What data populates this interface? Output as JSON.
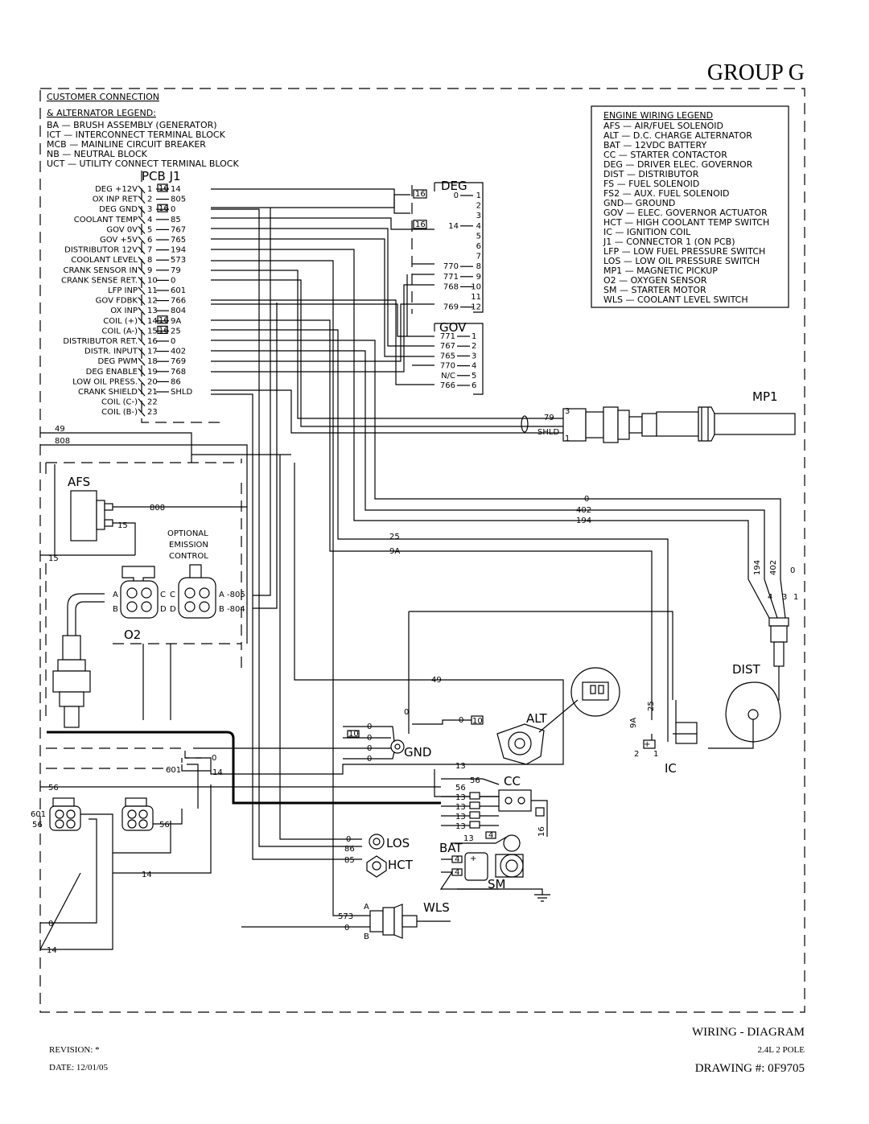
{
  "header": {
    "group": "GROUP G"
  },
  "customer_legend": {
    "title1": "CUSTOMER CONNECTION",
    "title2": "& ALTERNATOR LEGEND:",
    "items": [
      "BA  — BRUSH ASSEMBLY (GENERATOR)",
      "ICT — INTERCONNECT TERMINAL BLOCK",
      "MCB — MAINLINE CIRCUIT BREAKER",
      "NB  — NEUTRAL BLOCK",
      "UCT — UTILITY CONNECT TERMINAL BLOCK"
    ]
  },
  "engine_legend": {
    "title": "ENGINE WIRING LEGEND",
    "items": [
      "AFS — AIR/FUEL SOLENOID",
      "ALT — D.C. CHARGE ALTERNATOR",
      "BAT — 12VDC BATTERY",
      "CC  — STARTER CONTACTOR",
      "DEG — DRIVER ELEC. GOVERNOR",
      "DIST — DISTRIBUTOR",
      "FS  — FUEL SOLENOID",
      "FS2  — AUX. FUEL SOLENOID",
      "GND— GROUND",
      "GOV — ELEC. GOVERNOR ACTUATOR",
      "HCT — HIGH COOLANT TEMP SWITCH",
      "IC   — IGNITION COIL",
      "J1 — CONNECTOR 1 (ON PCB)",
      "LFP — LOW FUEL PRESSURE SWITCH",
      "LOS — LOW OIL PRESSURE SWITCH",
      "MP1 — MAGNETIC PICKUP",
      "O2  — OXYGEN SENSOR",
      "SM  — STARTER MOTOR",
      "WLS — COOLANT LEVEL SWITCH"
    ]
  },
  "pcb": {
    "title": "PCB  J1",
    "pins": [
      {
        "name": "DEG +12V",
        "pin": "1",
        "tag": "16",
        "wire": "14"
      },
      {
        "name": "OX INP RET",
        "pin": "2",
        "tag": "",
        "wire": "805"
      },
      {
        "name": "DEG GND",
        "pin": "3",
        "tag": "16",
        "wire": "0"
      },
      {
        "name": "COOLANT TEMP",
        "pin": "4",
        "tag": "",
        "wire": "85"
      },
      {
        "name": "GOV 0V",
        "pin": "5",
        "tag": "",
        "wire": "767"
      },
      {
        "name": "GOV +5V",
        "pin": "6",
        "tag": "",
        "wire": "765"
      },
      {
        "name": "DISTRIBUTOR 12V",
        "pin": "7",
        "tag": "",
        "wire": "194"
      },
      {
        "name": "COOLANT LEVEL",
        "pin": "8",
        "tag": "",
        "wire": "573"
      },
      {
        "name": "CRANK SENSOR IN",
        "pin": "9",
        "tag": "",
        "wire": "79"
      },
      {
        "name": "CRANK SENSE RET.",
        "pin": "10",
        "tag": "",
        "wire": "0"
      },
      {
        "name": "LFP INP",
        "pin": "11",
        "tag": "",
        "wire": "601"
      },
      {
        "name": "GOV FDBK",
        "pin": "12",
        "tag": "",
        "wire": "766"
      },
      {
        "name": "OX INP",
        "pin": "13",
        "tag": "",
        "wire": "804"
      },
      {
        "name": "COIL (+)",
        "pin": "14",
        "tag": "16",
        "wire": "9A"
      },
      {
        "name": "COIL (A-)",
        "pin": "15",
        "tag": "16",
        "wire": "25"
      },
      {
        "name": "DISTRIBUTOR RET.",
        "pin": "16",
        "tag": "",
        "wire": "0"
      },
      {
        "name": "DISTR. INPUT",
        "pin": "17",
        "tag": "",
        "wire": "402"
      },
      {
        "name": "DEG PWM",
        "pin": "18",
        "tag": "",
        "wire": "769"
      },
      {
        "name": "DEG ENABLE",
        "pin": "19",
        "tag": "",
        "wire": "768"
      },
      {
        "name": "LOW OIL PRESS.",
        "pin": "20",
        "tag": "",
        "wire": "86"
      },
      {
        "name": "CRANK SHIELD",
        "pin": "21",
        "tag": "",
        "wire": "SHLD"
      },
      {
        "name": "COIL (C-)",
        "pin": "22",
        "tag": "",
        "wire": ""
      },
      {
        "name": "COIL (B-)",
        "pin": "23",
        "tag": "",
        "wire": ""
      }
    ]
  },
  "deg": {
    "title": "DEG",
    "pins": [
      {
        "wire": "0",
        "pin": "1",
        "tag": "16"
      },
      {
        "wire": "",
        "pin": "2",
        "tag": ""
      },
      {
        "wire": "",
        "pin": "3",
        "tag": ""
      },
      {
        "wire": "14",
        "pin": "4",
        "tag": "16"
      },
      {
        "wire": "",
        "pin": "5",
        "tag": ""
      },
      {
        "wire": "",
        "pin": "6",
        "tag": ""
      },
      {
        "wire": "",
        "pin": "7",
        "tag": ""
      },
      {
        "wire": "770",
        "pin": "8",
        "tag": ""
      },
      {
        "wire": "771",
        "pin": "9",
        "tag": ""
      },
      {
        "wire": "768",
        "pin": "10",
        "tag": ""
      },
      {
        "wire": "",
        "pin": "11",
        "tag": ""
      },
      {
        "wire": "769",
        "pin": "12",
        "tag": ""
      }
    ]
  },
  "gov": {
    "title": "GOV",
    "pins": [
      {
        "wire": "771",
        "pin": "1"
      },
      {
        "wire": "767",
        "pin": "2"
      },
      {
        "wire": "765",
        "pin": "3"
      },
      {
        "wire": "770",
        "pin": "4"
      },
      {
        "wire": "N/C",
        "pin": "5"
      },
      {
        "wire": "766",
        "pin": "6"
      }
    ]
  },
  "components": {
    "mp1": "MP1",
    "afs": "AFS",
    "o2": "O2",
    "dist": "DIST",
    "alt": "ALT",
    "gnd": "GND",
    "ic": "IC",
    "cc": "CC",
    "los": "LOS",
    "hct": "HCT",
    "bat": "BAT",
    "sm": "SM",
    "wls": "WLS",
    "optional1": "OPTIONAL",
    "optional2": "EMISSION",
    "optional3": "CONTROL"
  },
  "wire_labels": {
    "w79": "79",
    "shld": "SHLD",
    "mp_3": "3",
    "mp_1": "1",
    "w49a": "49",
    "w808a": "808",
    "w808b": "808",
    "w15a": "15",
    "w15b": "15",
    "wa805": "A -805",
    "wb804": "B -804",
    "conn_a": "A",
    "conn_b": "B",
    "conn_c": "C",
    "conn_d": "D",
    "conn_c2": "C",
    "conn_d2": "D",
    "w0a": "0",
    "w402": "402",
    "w194": "194",
    "w25a": "25",
    "w9a": "9A",
    "v194": "194",
    "v402": "402",
    "v0": "0",
    "d4": "4",
    "d3": "3",
    "d1": "1",
    "w49b": "49",
    "w0b": "0",
    "w0c": "0",
    "tag10": "10",
    "tag10b": "10",
    "w0d": "0",
    "w0e": "0",
    "w0f": "0",
    "w0g": "0",
    "v9a": "9A",
    "v25": "25",
    "ic2": "2",
    "ic1": "1",
    "icp": "+",
    "w601": "601",
    "w0h": "0",
    "w14a": "14",
    "w13a": "13",
    "w56a": "56",
    "w56b": "56",
    "w13b": "13",
    "w13c": "13",
    "w13d": "13",
    "w13e": "13",
    "w16": "16",
    "w13f": "13",
    "w4a": "4",
    "w4b": "4",
    "w4c": "4",
    "w56c": "56",
    "w601b": "601",
    "w56d": "56",
    "w56e": "56",
    "w0i": "0",
    "w86": "86",
    "w85": "85",
    "w14b": "14",
    "w573": "573",
    "w0j": "0",
    "wa": "A",
    "wb": "B",
    "w0k": "0",
    "w14c": "14"
  },
  "footer": {
    "title": "WIRING - DIAGRAM",
    "revision": "REVISION: *",
    "pole": "2.4L 2 POLE",
    "date": "DATE: 12/01/05",
    "drawing": "DRAWING #: 0F9705"
  }
}
